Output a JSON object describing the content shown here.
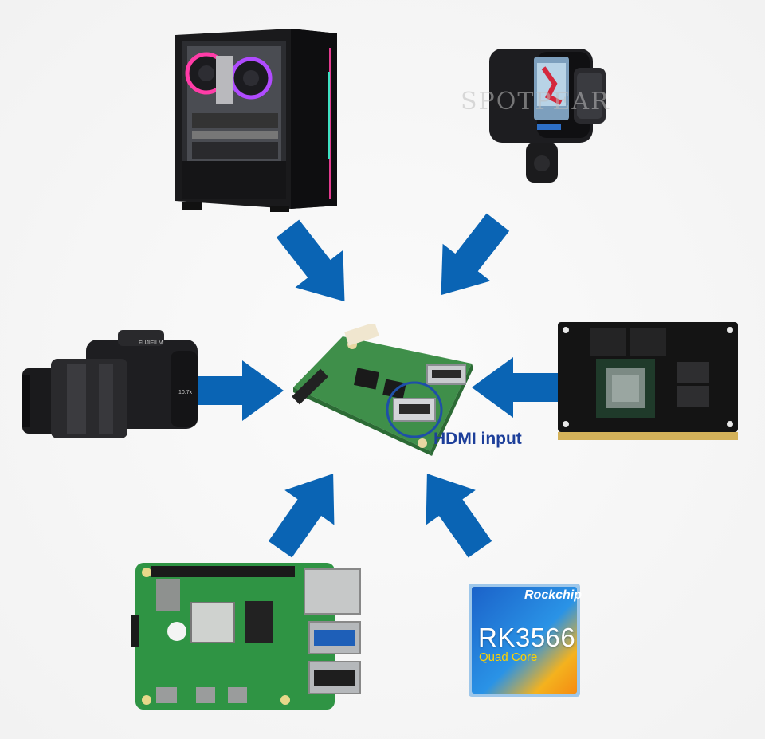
{
  "center_board": {
    "label": "HDMI input"
  },
  "chip": {
    "brand": "Rockchip",
    "model": "RK3566",
    "subtitle": "Quad Core"
  },
  "watermark": {
    "text": "SPOTPEAR"
  },
  "colors": {
    "arrow": "#0a64b4",
    "hdmi_label": "#1d3f9a",
    "highlight_ring": "#1e4fa8",
    "pcb_green": "#3f8f4a"
  },
  "sources": [
    {
      "name": "desktop-pc",
      "icon": "pc-tower-icon"
    },
    {
      "name": "action-camera",
      "icon": "action-camera-icon"
    },
    {
      "name": "dslr-camera",
      "icon": "camera-icon"
    },
    {
      "name": "jetson-module",
      "icon": "compute-module-icon"
    },
    {
      "name": "raspberry-pi-4",
      "icon": "raspberry-pi-icon"
    },
    {
      "name": "rockchip-rk3566",
      "icon": "chip-icon"
    }
  ]
}
